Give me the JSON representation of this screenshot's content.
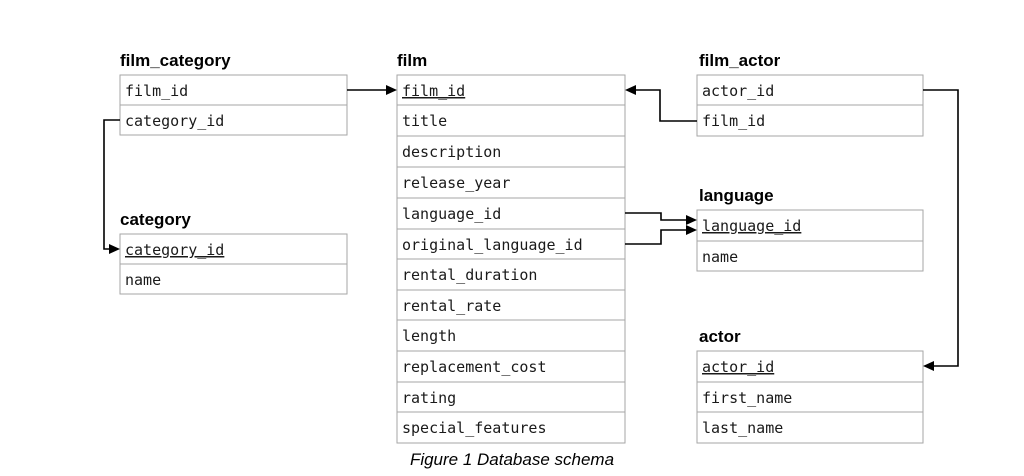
{
  "tables": {
    "film_category": {
      "title": "film_category",
      "fields": [
        "film_id",
        "category_id"
      ],
      "primary_keys": []
    },
    "category": {
      "title": "category",
      "fields": [
        "category_id",
        "name"
      ],
      "primary_keys": [
        0
      ]
    },
    "film": {
      "title": "film",
      "fields": [
        "film_id",
        "title",
        "description",
        "release_year",
        "language_id",
        "original_language_id",
        "rental_duration",
        "rental_rate",
        "length",
        "replacement_cost",
        "rating",
        "special_features"
      ],
      "primary_keys": [
        0
      ]
    },
    "film_actor": {
      "title": "film_actor",
      "fields": [
        "actor_id",
        "film_id"
      ],
      "primary_keys": []
    },
    "language": {
      "title": "language",
      "fields": [
        "language_id",
        "name"
      ],
      "primary_keys": [
        0
      ]
    },
    "actor": {
      "title": "actor",
      "fields": [
        "actor_id",
        "first_name",
        "last_name"
      ],
      "primary_keys": [
        0
      ]
    }
  },
  "relationships": [
    {
      "from": "film_category.film_id",
      "to": "film.film_id"
    },
    {
      "from": "film_category.category_id",
      "to": "category.category_id"
    },
    {
      "from": "film_actor.film_id",
      "to": "film.film_id"
    },
    {
      "from": "film_actor.actor_id",
      "to": "actor.actor_id"
    },
    {
      "from": "film.language_id",
      "to": "language.language_id"
    },
    {
      "from": "film.original_language_id",
      "to": "language.language_id"
    }
  ],
  "caption": "Figure 1 Database schema"
}
